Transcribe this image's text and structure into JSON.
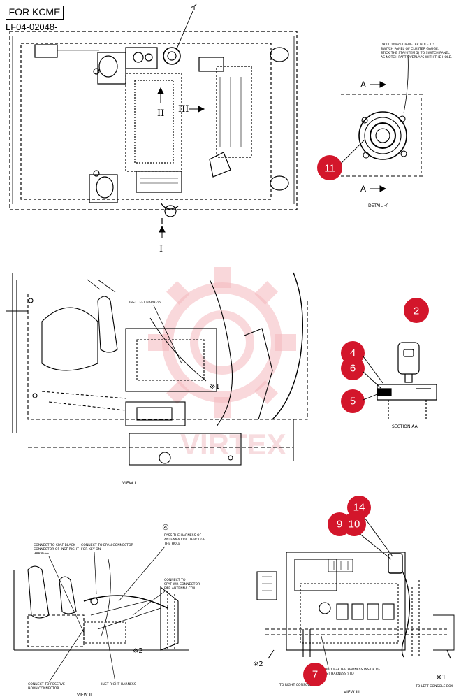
{
  "header": {
    "tag": "FOR KCME",
    "serial": "LF04-02048-"
  },
  "detail": {
    "note": [
      "DRILL 10mm DIAMETER HOLE TO",
      "SWITCH PANEL OF CLUSTER GAUGE.",
      "STICK THE STAY(ITEM 5) TO SWITCH PANEL",
      "AS NOTCH PART OVERLAPS WITH THE HOLE."
    ],
    "arrow_top": "A",
    "arrow_bottom": "A",
    "caption": "DETAIL イ",
    "marker": "イ"
  },
  "top_view": {
    "view_arrow_1": "I",
    "view_arrow_2": "II",
    "view_arrow_3": "III"
  },
  "view1": {
    "caption": "VIEW I",
    "harness_label": "INST LEFT HARNESS",
    "note_mark": "※1"
  },
  "section": {
    "caption": "SECTION AA"
  },
  "view2": {
    "caption": "VIEW II",
    "circle_num": "④",
    "labels": [
      "CONNECT TO SPAF-BLACK CONNECTOR OF INST RIGHT HARNESS",
      "CONNECT TO EPAN CONNECTOR FOR KEY ON",
      "PASS THE HARNESS OF ANTENNA COIL THROUGH THE HOLE",
      "CONNECT TO SPAF-WR CONNECTOR FOR ANTENNA COIL",
      "CONNECT TO RESERVE HORN CONNECTOR",
      "INST RIGHT HARNESS"
    ],
    "note_mark": "※2"
  },
  "view3": {
    "caption": "VIEW III",
    "labels": [
      "THROUGH THE HARNESS INSIDE OF INST HARNESS STD",
      "TO RIGHT CONSOLE BOX",
      "TO LEFT CONSOLE BOX"
    ],
    "note_mark_left": "※2",
    "note_mark_right": "※1"
  },
  "badges": [
    "2",
    "4",
    "5",
    "6",
    "7",
    "9",
    "10",
    "11",
    "14"
  ],
  "watermark": "VIRTEX",
  "colors": {
    "badge": "#d3162b",
    "watermark": "#f6b6bc",
    "line": "#000000"
  }
}
